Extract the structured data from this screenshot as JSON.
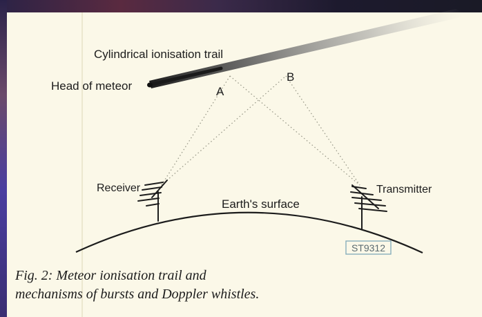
{
  "labels": {
    "trail": "Cylindrical ionisation trail",
    "head": "Head of meteor",
    "point_a": "A",
    "point_b": "B",
    "receiver": "Receiver",
    "transmitter": "Transmitter",
    "earth": "Earth's surface",
    "code": "ST9312"
  },
  "caption": {
    "line1": "Fig. 2: Meteor ionisation trail and",
    "line2": "mechanisms of bursts and Doppler whistles."
  },
  "colors": {
    "paper": "#fbf8e8",
    "ink": "#1c1c1c",
    "trail": "#8a8a8a",
    "code_border": "#7fa8b8"
  }
}
